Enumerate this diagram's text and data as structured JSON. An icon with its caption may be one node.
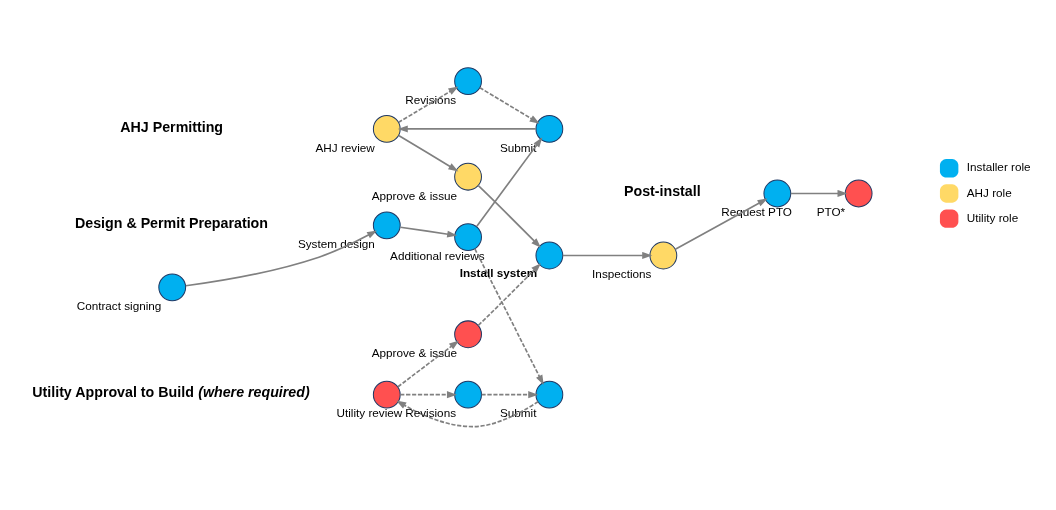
{
  "diagram": {
    "nodes": [
      {
        "text": [
          "Contract signing"
        ]
      },
      {
        "text": [
          "System design"
        ]
      },
      {
        "text": [
          "Additional reviews"
        ]
      },
      {
        "text": [
          "Submit"
        ]
      },
      {
        "text": [
          "AHJ review"
        ]
      },
      {
        "text": [
          "Approve & issue"
        ]
      },
      {
        "text": [
          "Revisions"
        ]
      },
      {
        "text": [
          "Submit"
        ]
      },
      {
        "text": [
          "Utility review"
        ]
      },
      {
        "text": [
          "Approve & issue"
        ]
      },
      {
        "text": [
          "Revisions"
        ]
      },
      {
        "text": [
          "Install system"
        ]
      },
      {
        "text": [
          "Inspections"
        ]
      },
      {
        "text": [
          "Request PTO"
        ]
      },
      {
        "text": [
          "PTO*"
        ]
      }
    ],
    "edges": [
      {
        "from": 0,
        "to": 1,
        "arrow": "to"
      },
      {
        "from": 1,
        "to": 2,
        "arrow": "to"
      },
      {
        "from": 2,
        "to": 3,
        "arrow": "to"
      },
      {
        "from": 2,
        "to": 7,
        "arrow": "to",
        "style": "dashed"
      },
      {
        "from": 3,
        "to": 4,
        "arrow": "to"
      },
      {
        "from": 4,
        "to": 5,
        "arrow": "to"
      },
      {
        "from": 4,
        "to": 6,
        "arrow": "to",
        "style": "dashed"
      },
      {
        "from": 6,
        "to": 3,
        "arrow": "to",
        "style": "dashed"
      },
      {
        "from": 5,
        "to": 11,
        "arrow": "to"
      },
      {
        "from": 7,
        "to": 8,
        "arrow": "to",
        "style": "dashed"
      },
      {
        "from": 8,
        "to": 9,
        "arrow": "to",
        "style": "dashed"
      },
      {
        "from": 8,
        "to": 10,
        "arrow": "to",
        "style": "dashed"
      },
      {
        "from": 10,
        "to": 7,
        "arrow": "to",
        "style": "dashed"
      },
      {
        "from": 9,
        "to": 11,
        "arrow": "to",
        "style": "dashed"
      },
      {
        "from": 11,
        "to": 12,
        "arrow": "to"
      },
      {
        "from": 12,
        "to": 13,
        "arrow": "to"
      },
      {
        "from": 13,
        "to": 14,
        "arrow": "to"
      }
    ],
    "labels": [
      "Design & Permit Preparation",
      "AHJ Permitting",
      "Utility Approval to Build *(where required)*",
      "Post-install"
    ],
    "legend": [
      {
        "text": "Installer role",
        "color": "#00b0f0"
      },
      {
        "text": "AHJ role",
        "color": "#ffd966"
      },
      {
        "text": "Utility role",
        "color": "#ff5050"
      }
    ]
  }
}
